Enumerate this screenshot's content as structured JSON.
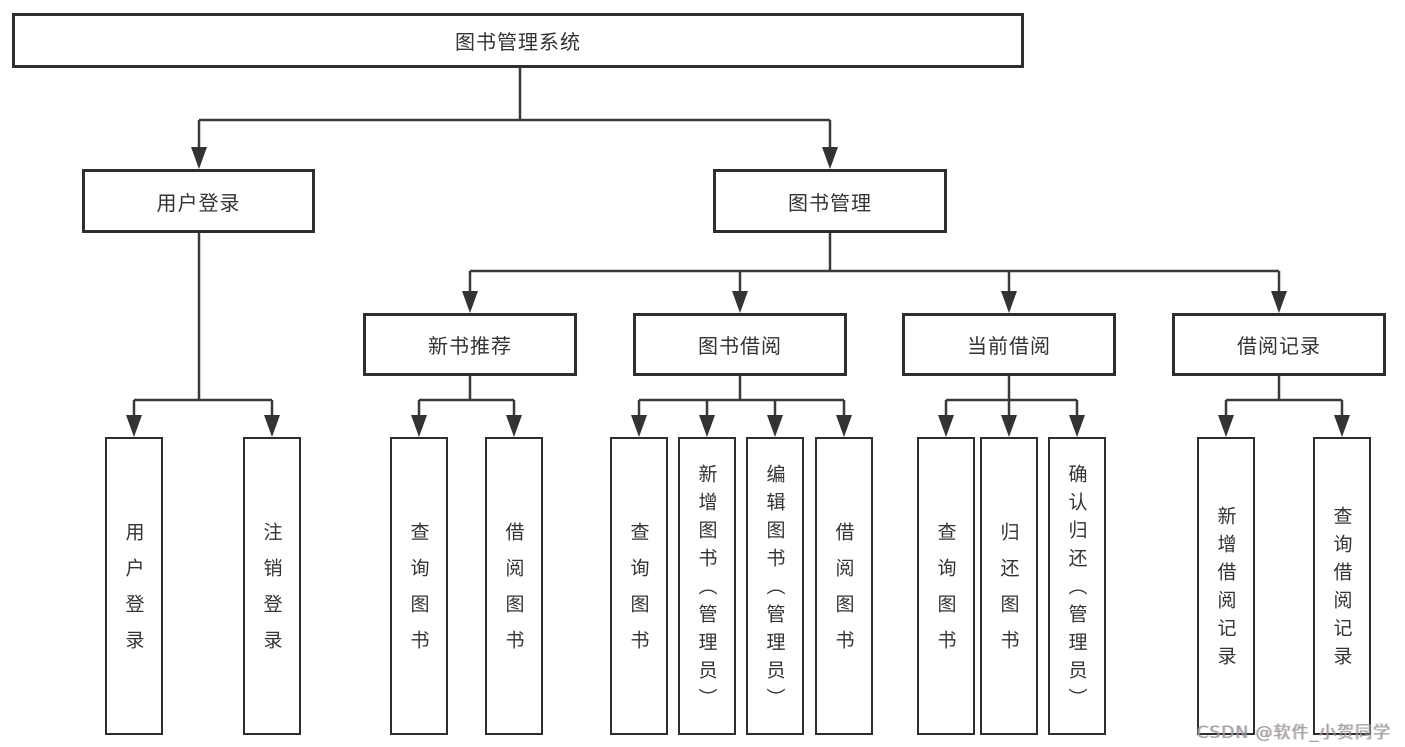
{
  "diagram": {
    "root": "图书管理系统",
    "level2": [
      {
        "label": "用户登录",
        "children": [
          "用户登录",
          "注销登录"
        ]
      },
      {
        "label": "图书管理",
        "sections": [
          {
            "label": "新书推荐",
            "children": [
              "查询图书",
              "借阅图书"
            ]
          },
          {
            "label": "图书借阅",
            "children": [
              "查询图书",
              "新增图书（管理员）",
              "编辑图书（管理员）",
              "借阅图书"
            ]
          },
          {
            "label": "当前借阅",
            "children": [
              "查询图书",
              "归还图书",
              "确认归还（管理员）"
            ]
          },
          {
            "label": "借阅记录",
            "children": [
              "新增借阅记录",
              "查询借阅记录"
            ]
          }
        ]
      }
    ]
  },
  "watermark": {
    "text": "CSDN @软件_小贺同学"
  },
  "colors": {
    "background": "#ffffff",
    "box_border": "#2e2e2e",
    "connector_line": "#3a3a3a",
    "arrowhead": "#333334",
    "text": "#333333",
    "watermark": "#9b9b9b"
  }
}
